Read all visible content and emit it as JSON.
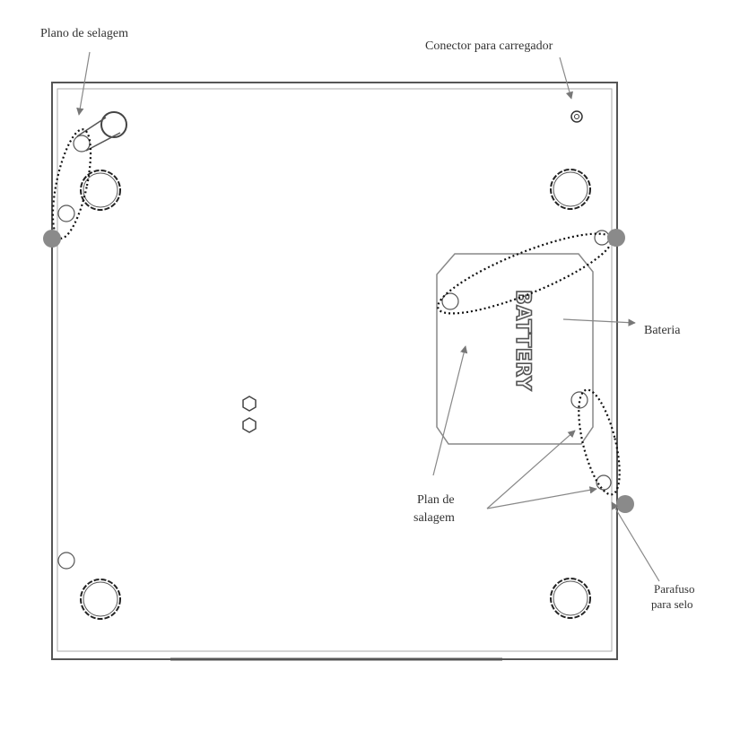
{
  "labels": {
    "sealing_plane_top": "Plano de selagem",
    "charger_connector": "Conector para carregador",
    "battery_label": "Bateria",
    "sealing_plane_mid_line1": "Plan de",
    "sealing_plane_mid_line2": "salagem",
    "seal_screw_line1": "Parafuso",
    "seal_screw_line2": "para selo"
  },
  "battery_cover": {
    "embossed_text": "BATTERY"
  },
  "colors": {
    "outline": "#555555",
    "seal_dot": "#8a8a8a",
    "leader": "#888888",
    "dotted": "#111111"
  },
  "icons": [
    "screw-hole-icon",
    "seal-point-icon",
    "charger-port-icon",
    "hex-nut-icon",
    "foot-icon"
  ]
}
